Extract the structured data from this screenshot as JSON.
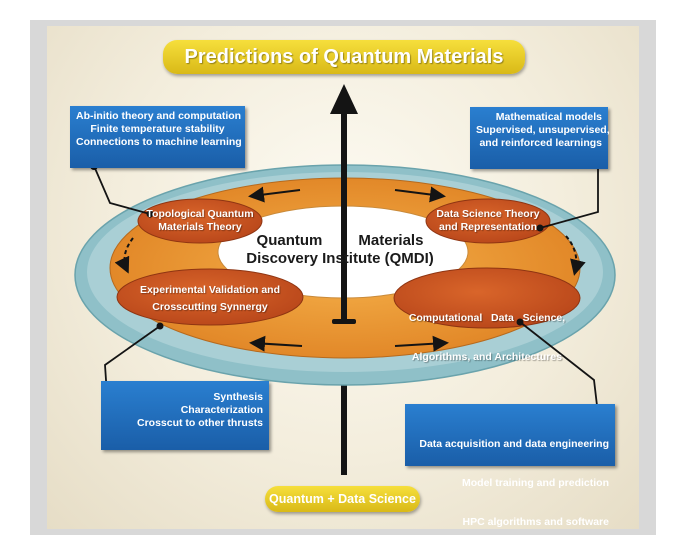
{
  "title": "Predictions of Quantum Materials",
  "footer": "Quantum + Data Science",
  "center": {
    "line1_left": "Quantum",
    "line1_right": "Materials",
    "line2": "Discovery Institute (QMDI)"
  },
  "pods": {
    "topological": [
      "Topological Quantum",
      "Materials Theory"
    ],
    "data_science": [
      "Data Science Theory",
      "and Representation"
    ],
    "experimental": [
      "Experimental Validation and",
      "Crosscutting Synnergy"
    ],
    "computational": [
      "Computational   Data   Science,",
      "Algorithms, and Architectures"
    ]
  },
  "boxes": {
    "top_left": [
      "Ab-initio theory and computation",
      "Finite temperature stability",
      "Connections to machine learning"
    ],
    "top_right": [
      "Mathematical models",
      "Supervised, unsupervised,",
      "and reinforced learnings"
    ],
    "bottom_left": [
      "Synthesis",
      "Characterization",
      "Crosscut to other thrusts"
    ],
    "bottom_right": [
      "Data  acquisition and data engineering",
      "Model training and prediction",
      "HPC algorithms and software"
    ]
  },
  "colors": {
    "banner": "#e8c92a",
    "info_box": "#1f6fc0",
    "ring": "#e8962e",
    "pod": "#c9541e",
    "outer_ring": "#8fc0c8",
    "arrow": "#141414"
  }
}
